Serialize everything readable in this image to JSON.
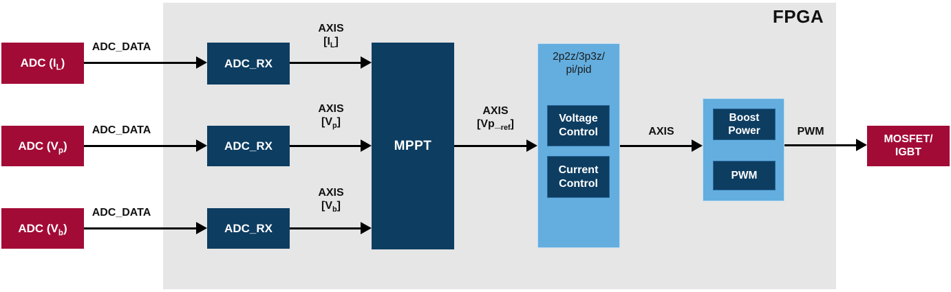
{
  "colors": {
    "adc_red": "#a30b37",
    "navy_blue": "#0d3d61",
    "light_blue": "#63aedf",
    "fpga_panel_gray": "#e6e6e6",
    "label_black": "#111111",
    "background_white": "#ffffff"
  },
  "fpga": {
    "label": "FPGA"
  },
  "rows": [
    {
      "adc": {
        "pre": "ADC (I",
        "sub": "L",
        "post": ")"
      },
      "adc_data_label": "ADC_DATA",
      "adc_rx_label": "ADC_RX",
      "axis_label": {
        "line1": "AXIS",
        "pre": "[I",
        "sub": "L",
        "post": "]"
      }
    },
    {
      "adc": {
        "pre": "ADC (V",
        "sub": "p",
        "post": ")"
      },
      "adc_data_label": "ADC_DATA",
      "adc_rx_label": "ADC_RX",
      "axis_label": {
        "line1": "AXIS",
        "pre": "[V",
        "sub": "p",
        "post": "]"
      }
    },
    {
      "adc": {
        "pre": "ADC (V",
        "sub": "b",
        "post": ")"
      },
      "adc_data_label": "ADC_DATA",
      "adc_rx_label": "ADC_RX",
      "axis_label": {
        "line1": "AXIS",
        "pre": "[V",
        "sub": "b",
        "post": "]"
      }
    }
  ],
  "mppt": {
    "label": "MPPT"
  },
  "mppt_output_label": {
    "line1": "AXIS",
    "pre": "[Vp_",
    "sub": "ref",
    "post": "]"
  },
  "controller": {
    "title_line1": "2p2z/3p3z/",
    "title_line2": "pi/pid",
    "voltage_block": {
      "line1": "Voltage",
      "line2": "Control"
    },
    "current_block": {
      "line1": "Current",
      "line2": "Control"
    }
  },
  "controller_output_label": "AXIS",
  "power_stage": {
    "boost_block": {
      "line1": "Boost",
      "line2": "Power"
    },
    "pwm_block": {
      "label": "PWM"
    }
  },
  "power_output_label": "PWM",
  "mosfet": {
    "line1": "MOSFET/",
    "line2": "IGBT"
  }
}
